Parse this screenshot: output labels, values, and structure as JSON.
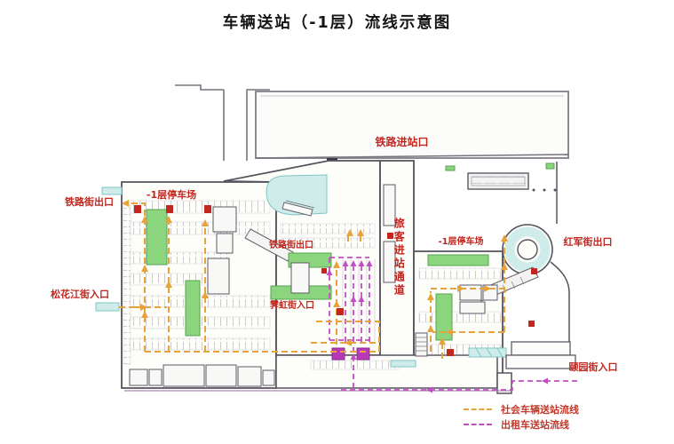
{
  "title": "车辆送站（-1层）流线示意图",
  "diagram": {
    "labels": {
      "railway_entrance": "铁路进站口",
      "tielu_street_exit_left": "铁路街出口",
      "parking_left": "-1层停车场",
      "songhuajiang_street_entrance": "松花江街入口",
      "tielu_street_exit_mid": "铁路街出口",
      "jihong_street_entrance": "霁虹街入口",
      "passenger_corridor": "旅客进站通道",
      "parking_right": "-1层停车场",
      "hongjun_street_exit": "红军街出口",
      "yiyuan_street_entrance": "颐园街入口"
    },
    "legend": [
      {
        "label": "社会车辆送站流线",
        "color": "#E8A23C",
        "style": "dashed"
      },
      {
        "label": "出租车送站流线",
        "color": "#C24FC2",
        "style": "dashed"
      }
    ],
    "colors": {
      "label_red": "#C2261E",
      "social_vehicle_flow": "#E8A23C",
      "taxi_flow": "#C24FC2",
      "green_island": "#8BD57F",
      "cyan_zone": "#CFECEA",
      "wall": "#56525E"
    }
  }
}
